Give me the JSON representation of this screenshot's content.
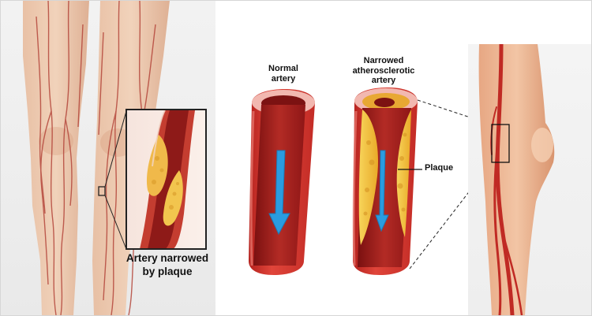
{
  "figure": {
    "caption_line1": "Artery narrowed",
    "caption_line2": "by plaque",
    "normal_line1": "Normal",
    "normal_line2": "artery",
    "narrowed_line1": "Narrowed",
    "narrowed_line2": "atherosclerotic",
    "narrowed_line3": "artery",
    "plaque_label": "Plaque"
  },
  "colors": {
    "artery_red": "#d63a32",
    "artery_dark": "#8e1616",
    "plaque_yellow": "#f2c23a",
    "flow_arrow": "#2a9ce0",
    "skin": "#e8b08a",
    "vein": "#b5473c"
  }
}
